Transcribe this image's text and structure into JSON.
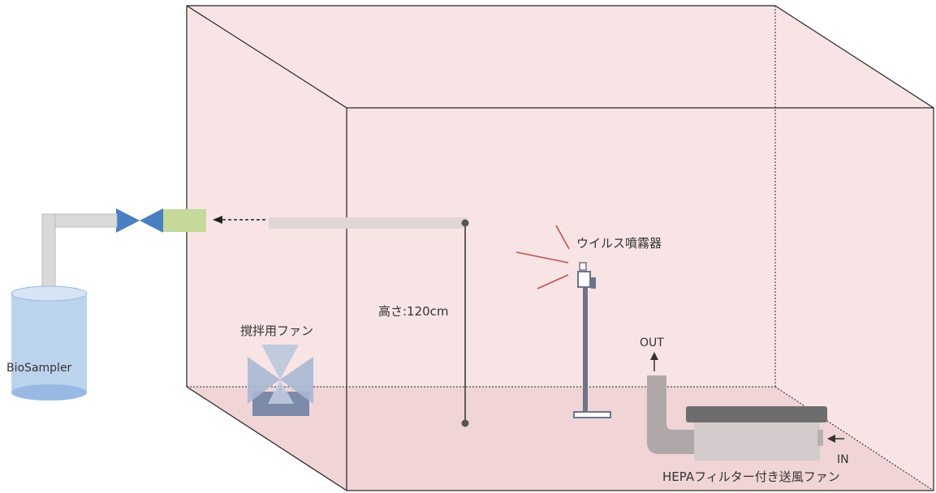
{
  "labels": {
    "sprayer": "ウイルス噴霧器",
    "height": "高さ:120cm",
    "stir_fan": "撹拌用ファン",
    "biosampler": "BioSampler",
    "out": "OUT",
    "in": "IN",
    "hepa_fan": "HEPAフィルター付き送風ファン"
  },
  "colors": {
    "chamber_fill": "#f9e4e5",
    "chamber_floor": "#f0d4d6",
    "edge": "#222222",
    "tube_gray": "#d9d9d9",
    "valve_blue": "#4a7fc1",
    "connector_green": "#c4d99a",
    "sampler_blue": "#bcd3ee",
    "sampler_top": "#98b9e3",
    "stand_gray": "#6e7488",
    "spray_red": "#c0504d",
    "fan_blade": "#a9b7d3",
    "fan_base": "#7a8aa8",
    "duct_gray": "#b0a8a8",
    "hepa_top": "#6d6d6d",
    "hepa_body": "#d4cccc"
  },
  "icons": [
    "dashed-arrow-left-icon",
    "valve-icon",
    "spray-lines-icon",
    "fan-icon",
    "arrow-up-icon",
    "arrow-left-icon"
  ]
}
